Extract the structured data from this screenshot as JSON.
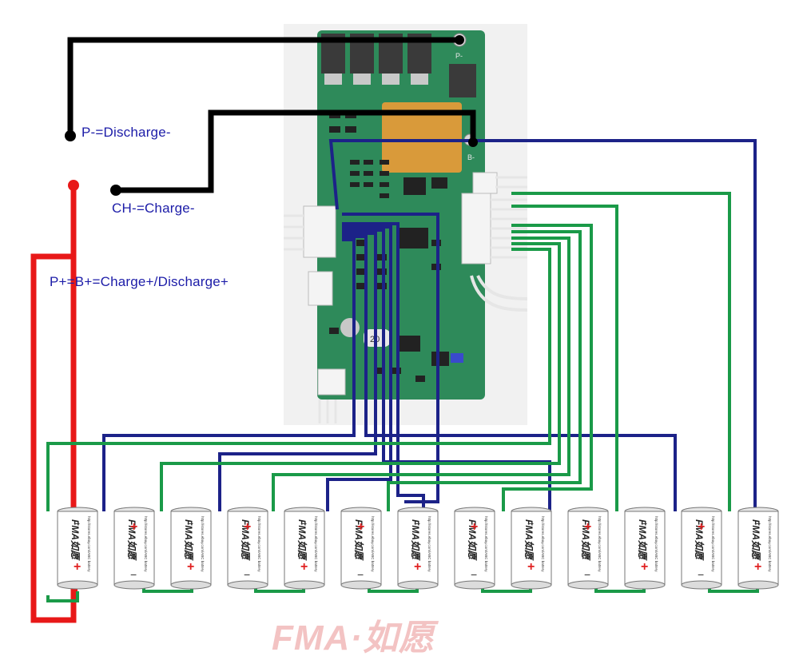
{
  "labels": {
    "p_minus": "P-=Discharge-",
    "ch_minus": "CH-=Charge-",
    "p_plus": "P+=B+=Charge+/Discharge+"
  },
  "board": {
    "silk_p_minus": "P-",
    "silk_b_minus": "B-",
    "chip_mark": "20"
  },
  "cells": {
    "count": 13,
    "brand": "FMA如愿",
    "url_text": "http://stores.ebay.com/ABC battery",
    "plus_symbol": "+",
    "minus_symbol": "−"
  },
  "watermark": "FMA·如愿",
  "colors": {
    "wire_black": "#000000",
    "wire_red": "#e81818",
    "wire_blue": "#1c2288",
    "wire_green": "#1a9a48",
    "board_green": "#2e8a5a",
    "label_blue": "#1c1ca8",
    "fuse_orange": "#d99a3a",
    "cell_plus_red": "#e02020",
    "watermark": "#f3c3c3"
  },
  "icons": [
    "bms-board-photo",
    "battery-cell-icon",
    "terminal-dot-icon",
    "connector-icon"
  ]
}
